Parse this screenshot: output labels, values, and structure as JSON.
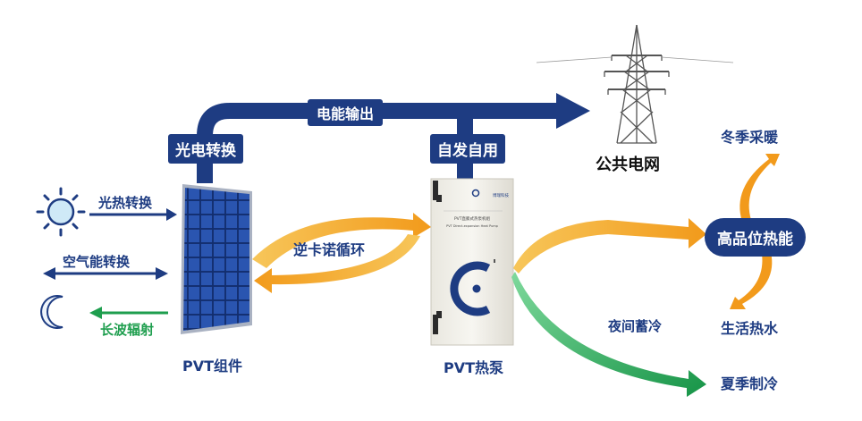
{
  "pipes": {
    "pv_conversion": "光电转换",
    "power_output": "电能输出",
    "self_use": "自发自用"
  },
  "grid_label": "公共电网",
  "left_labels": {
    "solar_thermal": "光热转换",
    "air_energy": "空气能转换",
    "longwave": "长波辐射"
  },
  "cycle_label": "逆卡诺循环",
  "pvt_module_label": "PVT组件",
  "heat_pump": {
    "label": "PVT热泵",
    "panel_title_cn": "PVT直膨式热泵机组",
    "panel_title_en": "PVT Direct-expansion Heat Pump",
    "brand": "博瑞科技"
  },
  "outputs": {
    "high_grade_heat": "高品位热能",
    "winter_heating": "冬季采暖",
    "hot_water": "生活热水",
    "night_storage": "夜间蓄冷",
    "summer_cooling": "夏季制冷"
  },
  "colors": {
    "navy": "#1e3c82",
    "orange": "#f29a1b",
    "green": "#1e9e4e"
  }
}
